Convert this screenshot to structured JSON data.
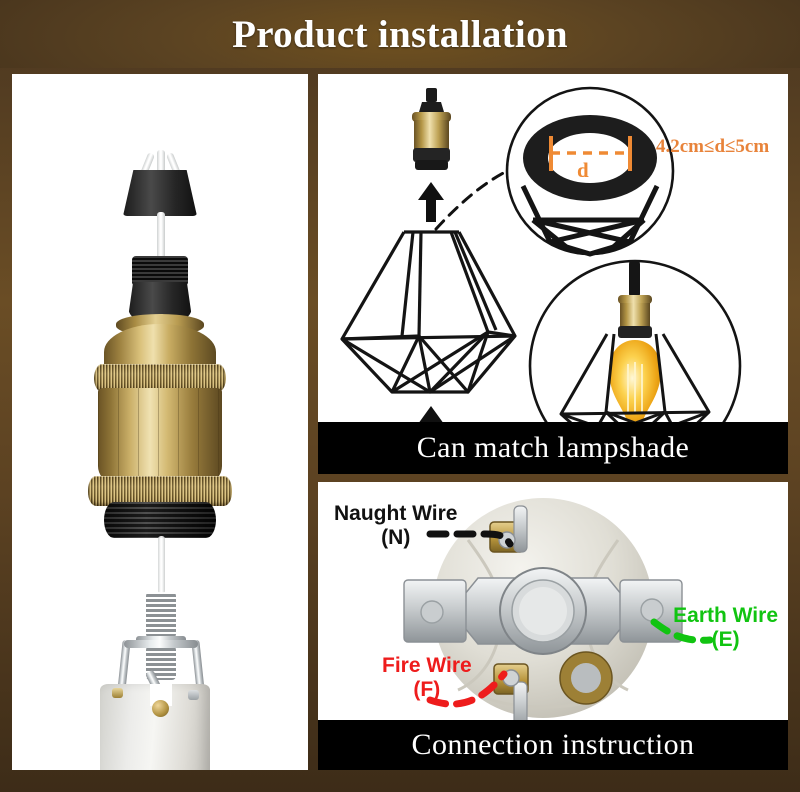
{
  "header": {
    "title": "Product installation",
    "bg_dark": "#43311c",
    "bg_light": "#70511f"
  },
  "panels": {
    "left": {
      "name": "lamp-holder-photo",
      "alt": "Vintage brass E27 lamp socket with white wires and ceramic base"
    },
    "top_right": {
      "caption": "Can match lampshade",
      "dimension_text": "4.2cm≤d≤5cm",
      "diameter_symbol": "d",
      "accent_color": "#e8833a",
      "alt": "Wire cage lampshade assembly diagram with magnified ring detail and finished pendant light"
    },
    "bottom_right": {
      "caption": "Connection instruction",
      "alt": "Ceramic lamp socket terminals viewed from above",
      "wires": [
        {
          "label": "Naught Wire",
          "code": "(N)",
          "color": "#111111",
          "position": "top-left"
        },
        {
          "label": "Earth Wire",
          "code": "(E)",
          "color": "#11c411",
          "position": "right"
        },
        {
          "label": "Fire Wire",
          "code": "(F)",
          "color": "#ee1c1c",
          "position": "bottom-left"
        }
      ]
    }
  },
  "caption_bar": {
    "background": "#000000",
    "text_color": "#ffffff"
  }
}
